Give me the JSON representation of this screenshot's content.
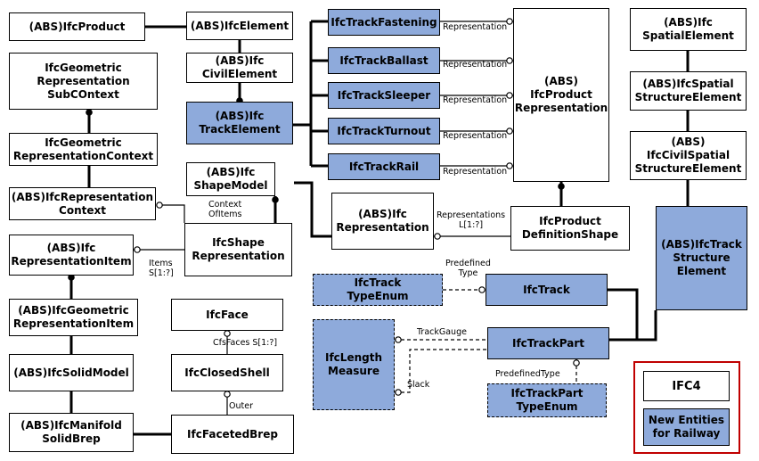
{
  "diagram": {
    "boxes": {
      "ifc_product": "(ABS)IfcProduct",
      "ifc_element": "(ABS)IfcElement",
      "ifc_civil_element": "(ABS)Ifc\nCivilElement",
      "ifc_track_element": "(ABS)Ifc\nTrackElement",
      "ifc_track_fastening": "IfcTrackFastening",
      "ifc_track_ballast": "IfcTrackBallast",
      "ifc_track_sleeper": "IfcTrackSleeper",
      "ifc_track_turnout": "IfcTrackTurnout",
      "ifc_track_rail": "IfcTrackRail",
      "ifc_product_representation": "(ABS)\nIfcProduct\nRepresentation",
      "ifc_spatial_element": "(ABS)Ifc\nSpatialElement",
      "ifc_spatial_structure_element": "(ABS)IfcSpatial\nStructureElement",
      "ifc_civil_spatial_structure_element": "(ABS)\nIfcCivilSpatial\nStructureElement",
      "ifc_track_structure_element": "(ABS)IfcTrack\nStructure\nElement",
      "ifc_geometric_representation_subcontext": "IfcGeometric\nRepresentation\nSubCOntext",
      "ifc_geometric_representation_context": "IfcGeometric\nRepresentationContext",
      "ifc_representation_context": "(ABS)IfcRepresentation\nContext",
      "ifc_shape_model": "(ABS)Ifc\nShapeModel",
      "ifc_representation": "(ABS)Ifc\nRepresentation",
      "ifc_product_definition_shape": "IfcProduct\nDefinitionShape",
      "ifc_representation_item": "(ABS)Ifc\nRepresentationItem",
      "ifc_shape_representation": "IfcShape\nRepresentation",
      "ifc_geometric_representation_item": "(ABS)IfcGeometric\nRepresentationItem",
      "ifc_solid_model": "(ABS)IfcSolidModel",
      "ifc_manifold_solid_brep": "(ABS)IfcManifold\nSolidBrep",
      "ifc_face": "IfcFace",
      "ifc_closed_shell": "IfcClosedShell",
      "ifc_faceted_brep": "IfcFacetedBrep",
      "ifc_track_type_enum": "IfcTrack\nTypeEnum",
      "ifc_track": "IfcTrack",
      "ifc_length_measure": "IfcLength\nMeasure",
      "ifc_track_part": "IfcTrackPart",
      "ifc_track_part_type_enum": "IfcTrackPart\nTypeEnum"
    },
    "labels": {
      "rep_fastening": "Representation",
      "rep_ballast": "Representation",
      "rep_sleeper": "Representation",
      "rep_turnout": "Representation",
      "rep_rail": "Representation",
      "representations": "Representations\nL[1:?]",
      "context_of_items": "Context\nOfItems",
      "items": "Items\nS[1:?]",
      "cfs_faces": "CfsFaces S[1:?]",
      "outer": "Outer",
      "predefined_type_track": "Predefined\nType",
      "track_gauge": "TrackGauge",
      "slack": "Slack",
      "predefined_type_part": "PredefinedType"
    },
    "legend": {
      "ifc4": "IFC4",
      "new_entities": "New Entities\nfor Railway"
    },
    "colors": {
      "new_entity_fill": "#8eaadb",
      "legend_border": "#c00000"
    }
  }
}
